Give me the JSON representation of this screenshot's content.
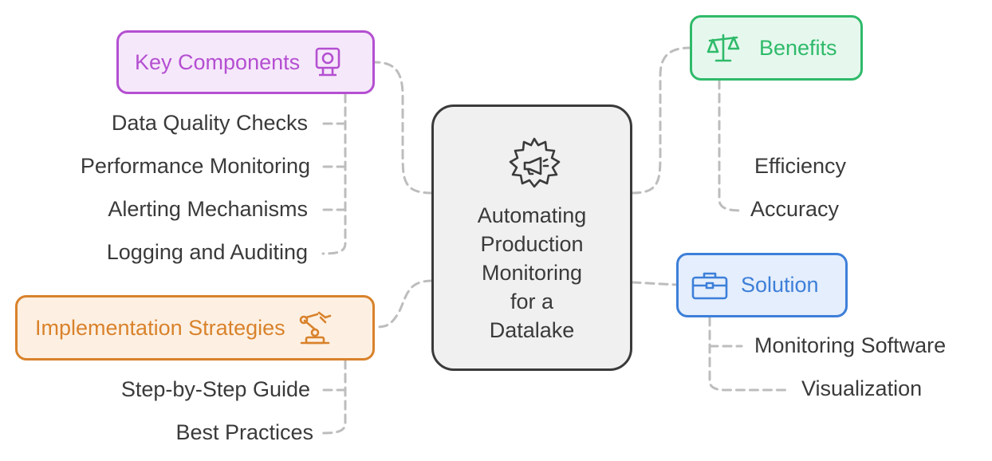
{
  "center": {
    "title": "Automating\nProduction\nMonitoring\nfor a\nDatalake",
    "icon": "gear-megaphone-icon"
  },
  "key_components": {
    "title": "Key Components",
    "icon": "monitor-icon",
    "color": "#b44fd1",
    "items": [
      "Data Quality Checks",
      "Performance Monitoring",
      "Alerting Mechanisms",
      "Logging and Auditing"
    ]
  },
  "implementation": {
    "title": "Implementation Strategies",
    "icon": "robot-arm-icon",
    "color": "#d9822b",
    "items": [
      "Step-by-Step Guide",
      "Best Practices"
    ]
  },
  "benefits": {
    "title": "Benefits",
    "icon": "balance-scale-icon",
    "color": "#2fba6a",
    "items": [
      "Efficiency",
      "Accuracy"
    ]
  },
  "solution": {
    "title": "Solution",
    "icon": "briefcase-icon",
    "color": "#3d7fd9",
    "items": [
      "Monitoring Software",
      "Visualization"
    ]
  }
}
